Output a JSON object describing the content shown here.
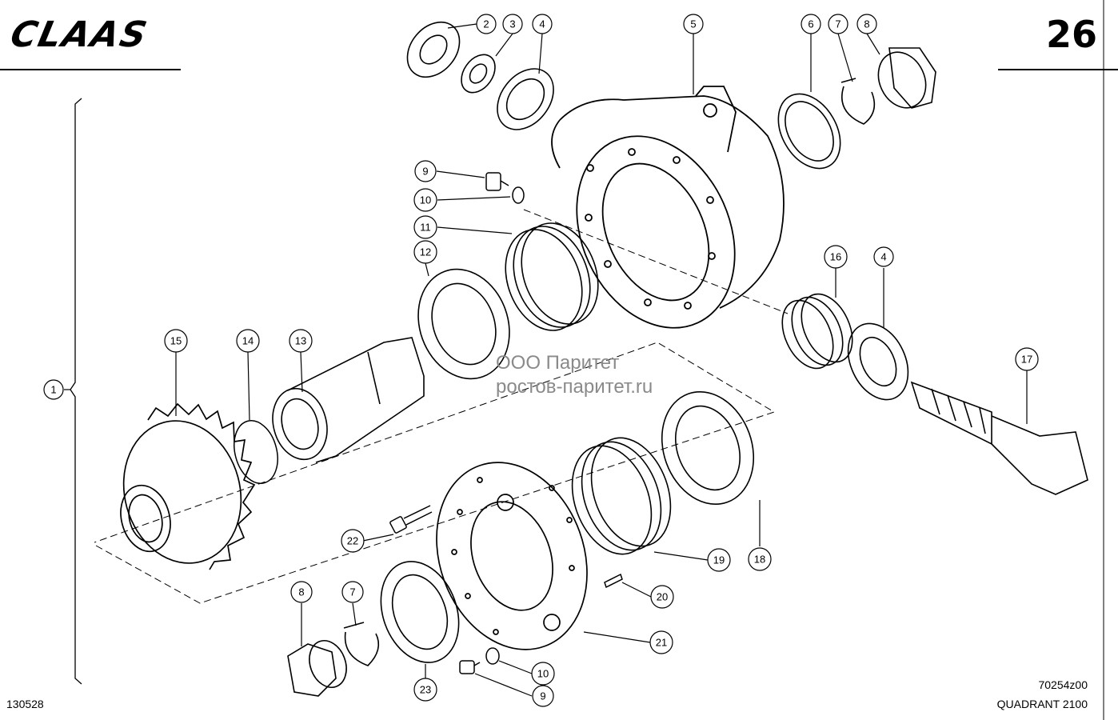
{
  "header": {
    "brand": "CLAAS",
    "sheet_number": "26"
  },
  "watermark": {
    "line1": "ООО Паритет",
    "line2": "ростов-паритет.ru"
  },
  "footer": {
    "document_id": "130528",
    "drawing_code": "70254z00",
    "model": "QUADRANT 2100"
  },
  "callouts": [
    "1",
    "2",
    "3",
    "4",
    "5",
    "6",
    "7",
    "8",
    "9",
    "10",
    "11",
    "12",
    "4",
    "16",
    "17",
    "15",
    "14",
    "13",
    "22",
    "19",
    "18",
    "20",
    "8",
    "7",
    "23",
    "10",
    "21",
    "9"
  ]
}
